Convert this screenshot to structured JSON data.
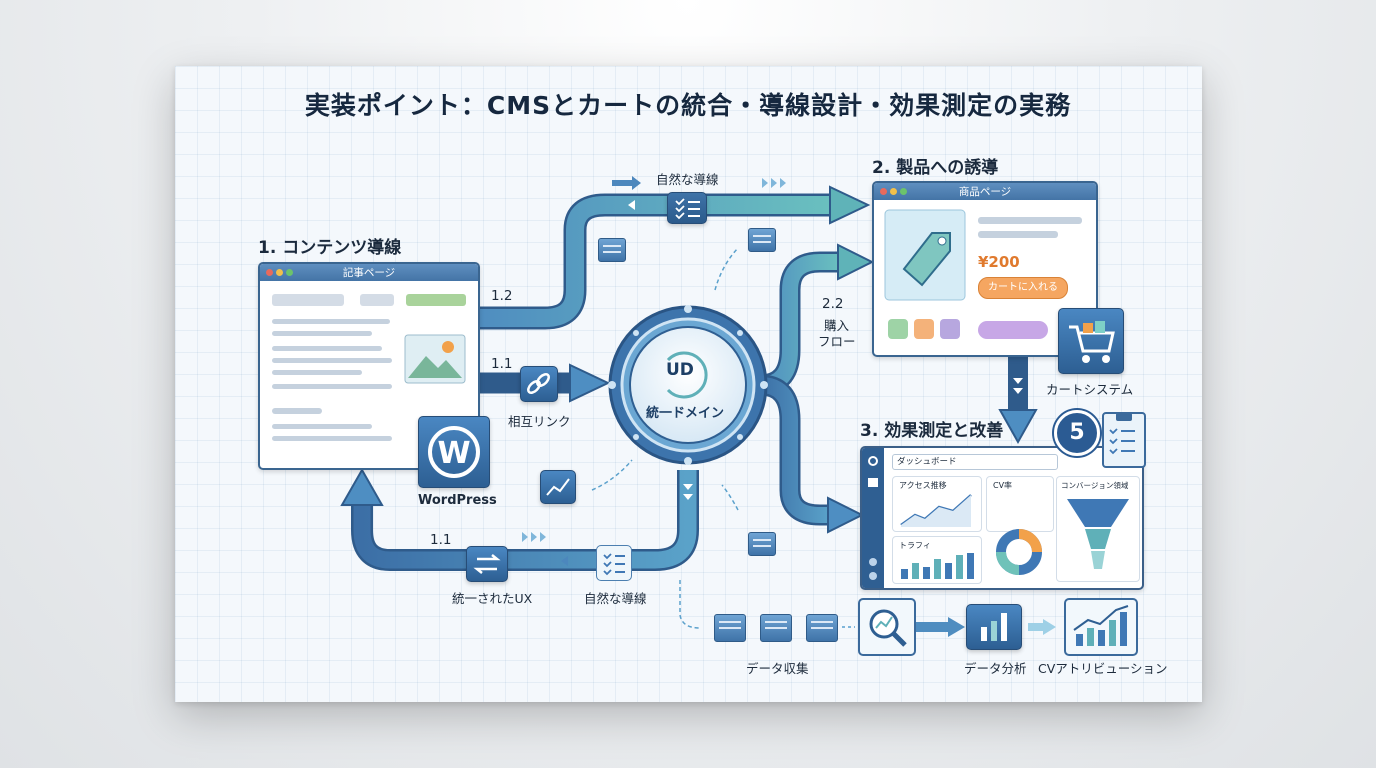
{
  "title": "実装ポイント：CMSとカートの統合・導線設計・効果測定の実務",
  "sections": {
    "content": "1. コンテンツ導線",
    "product": "2. 製品への誘導",
    "measure": "3. 効果測定と改善"
  },
  "article_window": {
    "title": "記事ページ"
  },
  "product_window": {
    "title": "商品ページ",
    "price": "¥200",
    "cart_button": "カートに入れる"
  },
  "wordpress": {
    "label": "WordPress"
  },
  "cart_system": {
    "label": "カートシステム"
  },
  "hub": {
    "badge": "UD",
    "label": "統一ドメイン"
  },
  "labels": {
    "natural_flow_top": "自然な導線",
    "natural_flow_bottom": "自然な導線",
    "mutual_link": "相互リンク",
    "unified_ux": "統一されたUX",
    "num_1_2": "1.2",
    "num_1_1_mid": "1.1",
    "num_1_1_bottom": "1.1",
    "purchase_flow_num": "2.2",
    "purchase_flow_label_1": "購入",
    "purchase_flow_label_2": "フロー",
    "data_collection": "データ収集",
    "data_analysis": "データ分析",
    "cv_attribution": "CVアトリビューション"
  },
  "dashboard": {
    "search": "ダッシュボード",
    "badge": "5",
    "cards": [
      "アクセス推移",
      "CV率",
      "コンバージョン領域",
      "トラフィ"
    ]
  },
  "colors": {
    "accent": "#3f78b5",
    "teal": "#5fb0b8",
    "dark": "#1d3f66"
  }
}
